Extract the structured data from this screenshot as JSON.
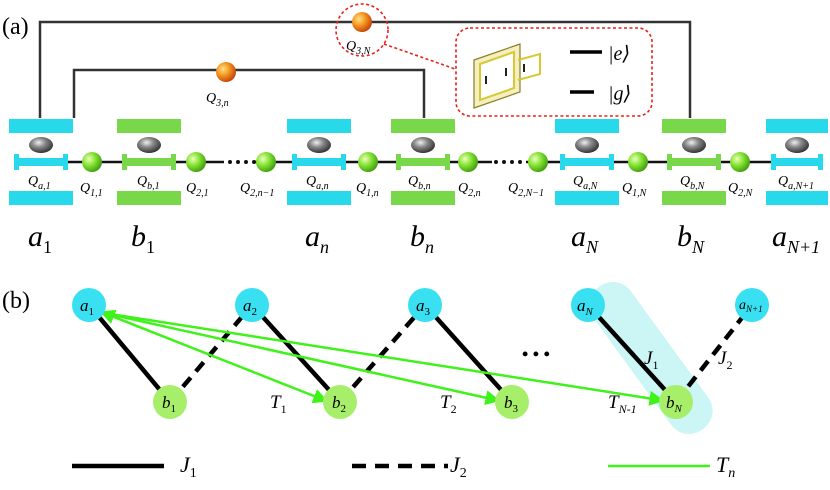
{
  "panels": {
    "a": "(a)",
    "b": "(b)"
  },
  "couplers": {
    "q3n": {
      "base": "Q",
      "sub": "3,n"
    },
    "q3N": {
      "base": "Q",
      "sub": "3,N"
    }
  },
  "inset": {
    "excited": "|e⟩",
    "ground": "|g⟩"
  },
  "chain": {
    "qa": [
      {
        "base": "Q",
        "sub": "a,1"
      },
      {
        "base": "Q",
        "sub": "a,n"
      },
      {
        "base": "Q",
        "sub": "a,N"
      },
      {
        "base": "Q",
        "sub": "a,N+1"
      }
    ],
    "qb": [
      {
        "base": "Q",
        "sub": "b,1"
      },
      {
        "base": "Q",
        "sub": "b,n"
      },
      {
        "base": "Q",
        "sub": "b,N"
      }
    ],
    "q1": [
      {
        "base": "Q",
        "sub": "1,1"
      },
      {
        "base": "Q",
        "sub": "1,n"
      },
      {
        "base": "Q",
        "sub": "1,N"
      }
    ],
    "q2": [
      {
        "base": "Q",
        "sub": "2,1"
      },
      {
        "base": "Q",
        "sub": "2,n−1"
      },
      {
        "base": "Q",
        "sub": "2,n"
      },
      {
        "base": "Q",
        "sub": "2,N−1"
      },
      {
        "base": "Q",
        "sub": "2,N"
      }
    ],
    "sites": [
      {
        "base": "a",
        "sub": "1"
      },
      {
        "base": "b",
        "sub": "1"
      },
      {
        "base": "a",
        "sub": "n"
      },
      {
        "base": "b",
        "sub": "n"
      },
      {
        "base": "a",
        "sub": "N"
      },
      {
        "base": "b",
        "sub": "N"
      },
      {
        "base": "a",
        "sub": "N+1"
      }
    ]
  },
  "lattice": {
    "a_nodes": [
      {
        "base": "a",
        "sub": "1"
      },
      {
        "base": "a",
        "sub": "2"
      },
      {
        "base": "a",
        "sub": "3"
      },
      {
        "base": "a",
        "sub": "N"
      },
      {
        "base": "a",
        "sub": "N+1"
      }
    ],
    "b_nodes": [
      {
        "base": "b",
        "sub": "1"
      },
      {
        "base": "b",
        "sub": "2"
      },
      {
        "base": "b",
        "sub": "3"
      },
      {
        "base": "b",
        "sub": "N"
      }
    ],
    "t_labels": [
      {
        "base": "T",
        "sub": "1"
      },
      {
        "base": "T",
        "sub": "2"
      },
      {
        "base": "T",
        "sub": "N-1"
      }
    ],
    "j_labels": [
      {
        "base": "J",
        "sub": "1"
      },
      {
        "base": "J",
        "sub": "2"
      }
    ],
    "ellipsis": "• • •"
  },
  "legend": {
    "j1": {
      "base": "J",
      "sub": "1"
    },
    "j2": {
      "base": "J",
      "sub": "2"
    },
    "tn": {
      "base": "T",
      "sub": "n"
    }
  },
  "colors": {
    "cyan": "#27d9ea",
    "green": "#78d84a",
    "node_b": "#a7ef6a",
    "node_a": "#39e0f2",
    "arrow": "#3ff21a",
    "orange": "#f07a10",
    "dashed_red": "#e8221a",
    "inset_yellow": "#d8c832"
  }
}
